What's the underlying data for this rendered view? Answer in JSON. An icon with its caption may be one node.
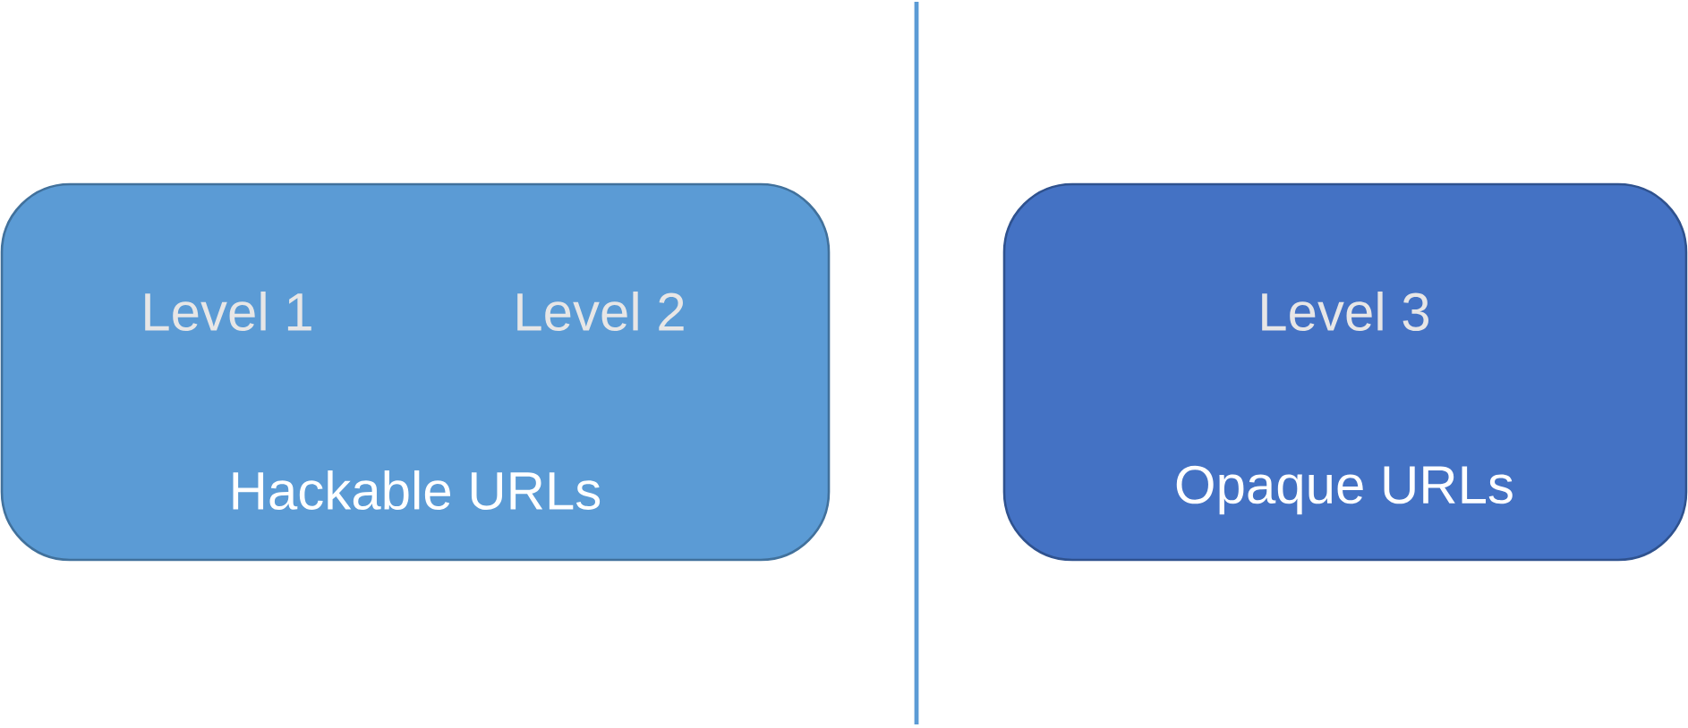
{
  "diagram": {
    "nodes": [
      {
        "text": [
          "Level 1",
          "Level 2",
          "Hackable URLs"
        ]
      },
      {
        "text": [
          "Level 3",
          "Opaque URLs"
        ]
      }
    ]
  }
}
